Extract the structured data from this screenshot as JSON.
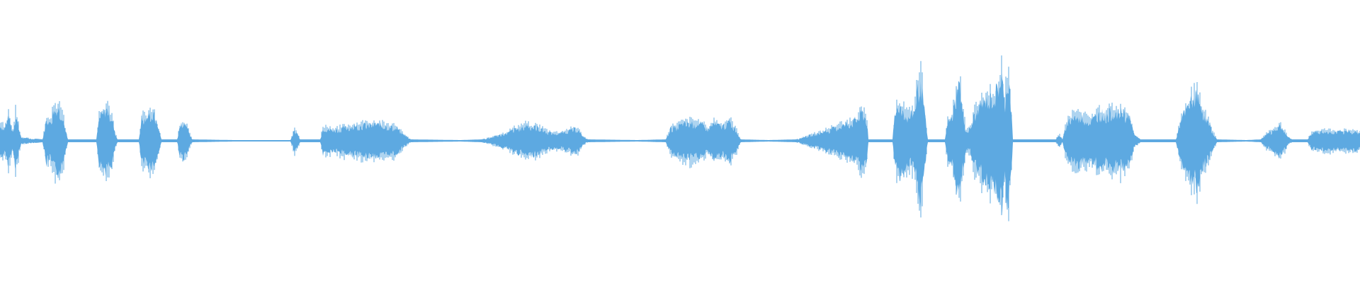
{
  "waveform": {
    "color": "#5da9e1",
    "background": "#ffffff",
    "style": "mirrored-amplitude",
    "segments": [
      {
        "name": "clip-1",
        "kind": "burst-group",
        "peak": 0.22
      },
      {
        "name": "clip-2",
        "kind": "sustained",
        "peak": 0.14
      },
      {
        "name": "clip-3",
        "kind": "sustained",
        "peak": 0.13
      },
      {
        "name": "clip-4",
        "kind": "sustained",
        "peak": 0.14
      },
      {
        "name": "clip-5",
        "kind": "crescendo",
        "peak": 0.27
      },
      {
        "name": "clip-6",
        "kind": "burst-group",
        "peak": 0.6
      },
      {
        "name": "clip-7",
        "kind": "burst-group",
        "peak": 0.3
      },
      {
        "name": "clip-8",
        "kind": "burst-group",
        "peak": 0.35
      },
      {
        "name": "clip-9",
        "kind": "sustained",
        "peak": 0.13
      }
    ]
  }
}
